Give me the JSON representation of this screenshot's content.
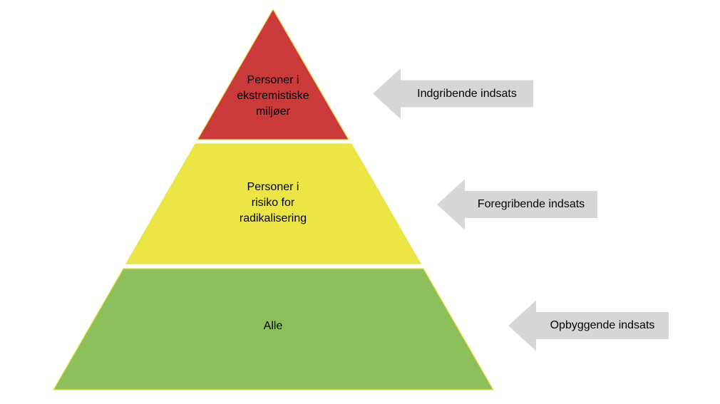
{
  "pyramid": {
    "levels": [
      {
        "name": "top",
        "label": "Personer i\nekstremistiske\nmiljøer",
        "fill": "#cb3a3b"
      },
      {
        "name": "middle",
        "label": "Personer i\nrisiko for\nradikalisering",
        "fill": "#ebe546"
      },
      {
        "name": "bottom",
        "label": "Alle",
        "fill": "#8dc05a"
      }
    ]
  },
  "arrows": [
    {
      "name": "top",
      "label": "Indgribende indsats",
      "fill": "#d6d6d6"
    },
    {
      "name": "middle",
      "label": "Foregribende indsats",
      "fill": "#d6d6d6"
    },
    {
      "name": "bottom",
      "label": "Opbyggende indsats",
      "fill": "#d6d6d6"
    }
  ],
  "colors": {
    "background": "#ffffff",
    "text": "#000000",
    "pyramid_outline": "#e7e24c",
    "arrow_gray": "#d6d6d6"
  }
}
